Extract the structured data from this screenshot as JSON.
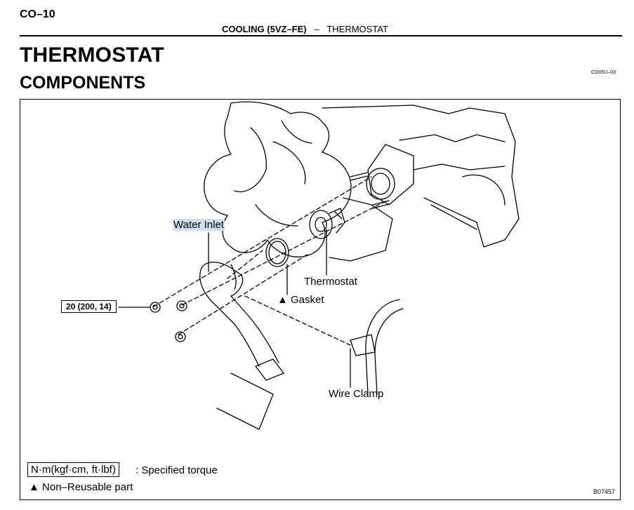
{
  "header": {
    "page_number": "CO–10",
    "section_bold": "COOLING (5VZ–FE)",
    "section_separator": "–",
    "section_sub": "THERMOSTAT"
  },
  "titles": {
    "main": "THERMOSTAT",
    "sub": "COMPONENTS"
  },
  "doc_code": "CO05U–03",
  "figure": {
    "labels": {
      "water_inlet": "Water Inlet",
      "thermostat": "Thermostat",
      "gasket": "▲ Gasket",
      "wire_clamp": "Wire Clamp"
    },
    "torque_spec": "20 (200, 14)",
    "legend": {
      "torque_unit": "N·m(kgf·cm, ft·lbf)",
      "torque_text": ": Specified torque",
      "non_reusable": "▲ Non–Reusable part"
    },
    "figure_code": "B07457"
  }
}
